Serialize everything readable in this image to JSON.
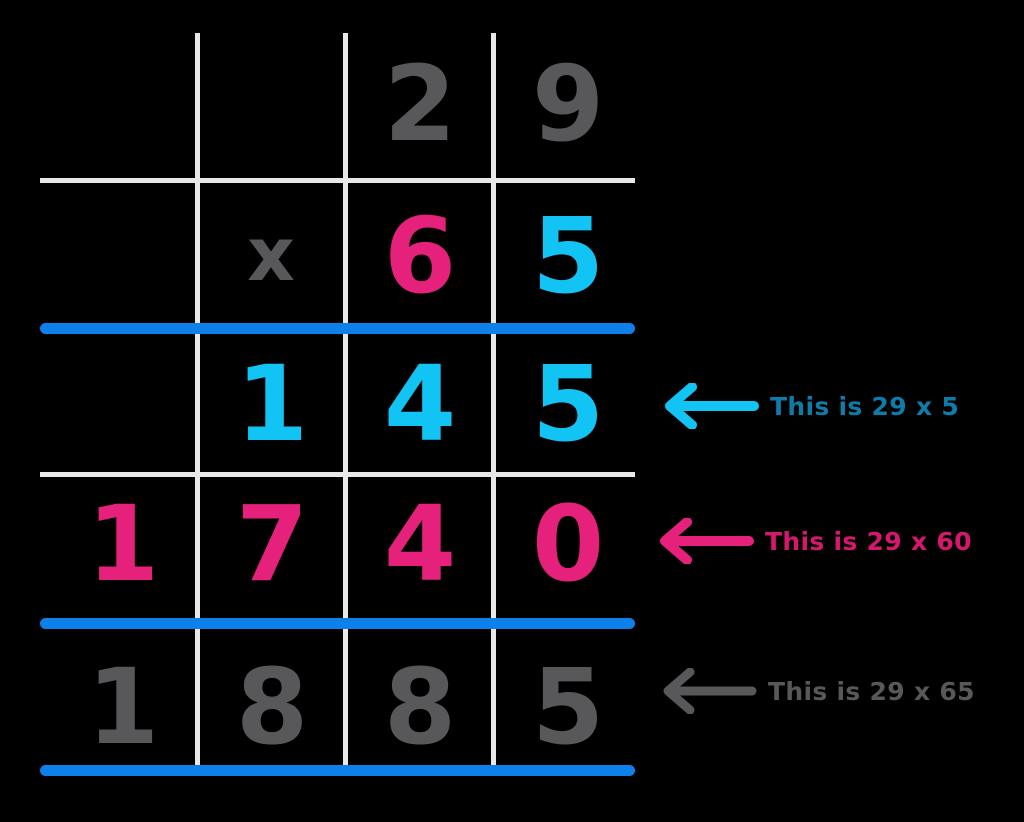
{
  "problem": {
    "multiplicand": "29",
    "multiplier": "65",
    "operator": "x",
    "product": "1885"
  },
  "grid": {
    "columns": 4,
    "rows": [
      {
        "name": "multiplicand-row",
        "color_key": "grey",
        "cells": [
          "",
          "",
          "2",
          "9"
        ]
      },
      {
        "name": "multiplier-row",
        "color_key": "mixed",
        "cells": [
          "",
          "x",
          "6",
          "5"
        ]
      },
      {
        "name": "partial-product-units-row",
        "color_key": "cyan",
        "cells": [
          "",
          "1",
          "4",
          "5"
        ]
      },
      {
        "name": "partial-product-tens-row",
        "color_key": "pink",
        "cells": [
          "1",
          "7",
          "4",
          "0"
        ]
      },
      {
        "name": "total-row",
        "color_key": "grey",
        "cells": [
          "1",
          "8",
          "8",
          "5"
        ]
      }
    ]
  },
  "cells": {
    "r0c2": "2",
    "r0c3": "9",
    "r1c1": "x",
    "r1c2": "6",
    "r1c3": "5",
    "r2c1": "1",
    "r2c2": "4",
    "r2c3": "5",
    "r3c0": "1",
    "r3c1": "7",
    "r3c2": "4",
    "r3c3": "0",
    "r4c0": "1",
    "r4c1": "8",
    "r4c2": "8",
    "r4c3": "5"
  },
  "annotations": [
    {
      "id": "annotation-units",
      "text": "This is 29 x 5",
      "arrow_color": "#11c4f4",
      "text_color": "#0f7ba8"
    },
    {
      "id": "annotation-tens",
      "text": "This is 29 x 60",
      "arrow_color": "#e6217c",
      "text_color": "#d6176e"
    },
    {
      "id": "annotation-total",
      "text": "This is 29 x 65",
      "arrow_color": "#58585a",
      "text_color": "#58585a"
    }
  ],
  "colors": {
    "background": "#000000",
    "grid_line": "#e8e8e6",
    "rule_line": "#0d80ea",
    "grey": "#58585a",
    "pink": "#e6217c",
    "cyan": "#11c4f4"
  }
}
